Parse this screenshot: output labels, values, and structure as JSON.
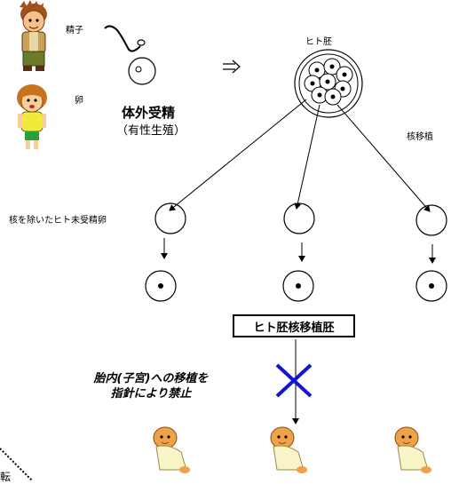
{
  "labels": {
    "sperm": "精子",
    "egg": "卵",
    "ivf": "体外受精",
    "sexual_reproduction": "（有性生殖）",
    "human_embryo": "ヒト胚",
    "nuclear_transfer": "核移植",
    "enucleated_egg": "核を除いたヒト未受精卵",
    "nt_embryo": "ヒト胚核移植胚",
    "prohibition_line1": "胎内(子宮)への移植を",
    "prohibition_line2": "指針により禁止",
    "edge_fragment": "転"
  },
  "icons": [
    "boy-figure-icon",
    "girl-figure-icon",
    "sperm-icon",
    "egg-cell-icon",
    "right-double-arrow-icon",
    "embryo-icon",
    "prohibit-x-icon",
    "baby-icon"
  ],
  "colors": {
    "prohibit_x": "#1414d8",
    "line": "#000000"
  }
}
